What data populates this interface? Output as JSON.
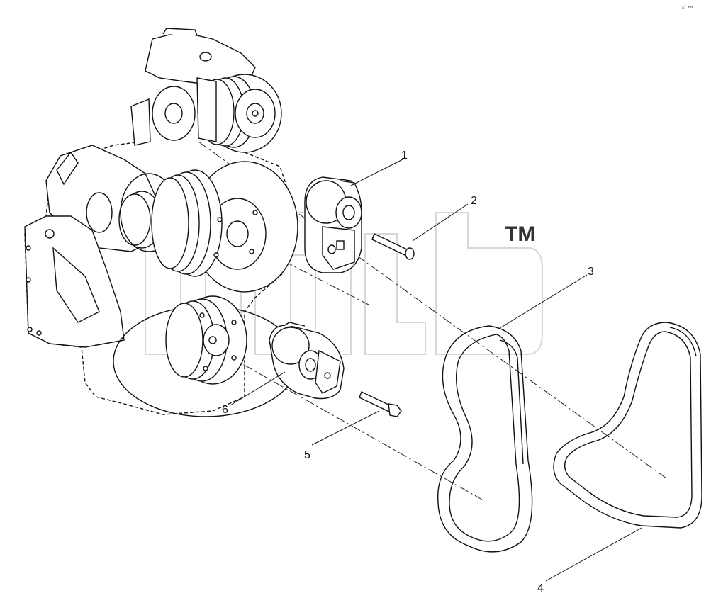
{
  "watermark": {
    "text": "TM"
  },
  "corner_mark": "s° ▪▪▪",
  "callouts": [
    {
      "id": "1",
      "label": "1"
    },
    {
      "id": "2",
      "label": "2"
    },
    {
      "id": "3",
      "label": "3"
    },
    {
      "id": "4",
      "label": "4"
    },
    {
      "id": "5",
      "label": "5"
    },
    {
      "id": "6",
      "label": "6"
    }
  ]
}
